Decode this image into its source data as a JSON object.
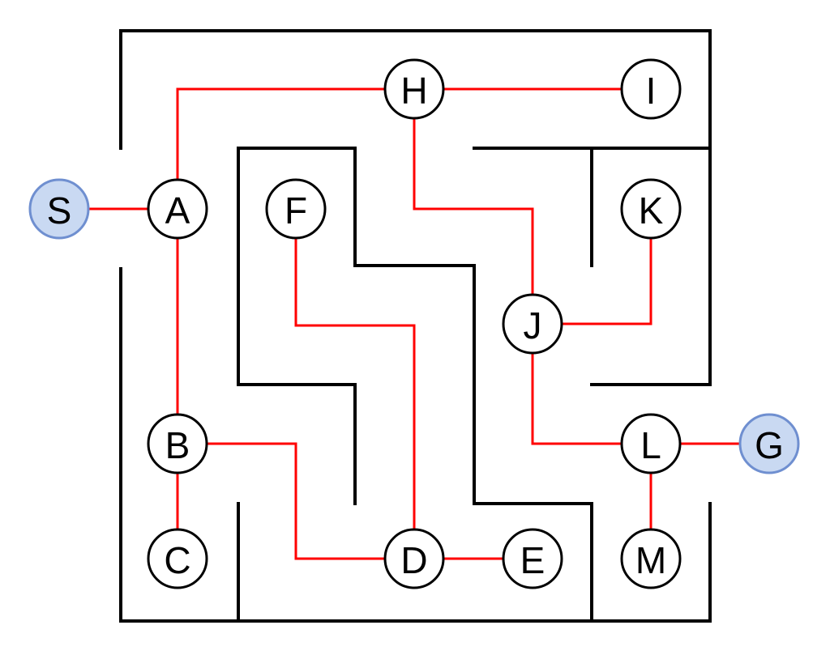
{
  "diagram": {
    "colors": {
      "wall": "#000000",
      "edge": "#ff0000",
      "node_fill": "#ffffff",
      "terminal_fill": "#c9d9f2",
      "terminal_stroke": "#6f8fd0"
    },
    "nodes": [
      {
        "id": "S",
        "label": "S",
        "terminal": true
      },
      {
        "id": "A",
        "label": "A"
      },
      {
        "id": "B",
        "label": "B"
      },
      {
        "id": "C",
        "label": "C"
      },
      {
        "id": "D",
        "label": "D"
      },
      {
        "id": "E",
        "label": "E"
      },
      {
        "id": "F",
        "label": "F"
      },
      {
        "id": "H",
        "label": "H"
      },
      {
        "id": "I",
        "label": "I"
      },
      {
        "id": "J",
        "label": "J"
      },
      {
        "id": "K",
        "label": "K"
      },
      {
        "id": "L",
        "label": "L"
      },
      {
        "id": "M",
        "label": "M"
      },
      {
        "id": "G",
        "label": "G",
        "terminal": true
      }
    ],
    "edges": [
      [
        "S",
        "A"
      ],
      [
        "A",
        "H"
      ],
      [
        "H",
        "I"
      ],
      [
        "A",
        "B"
      ],
      [
        "B",
        "C"
      ],
      [
        "B",
        "D"
      ],
      [
        "F",
        "D"
      ],
      [
        "D",
        "E"
      ],
      [
        "H",
        "J"
      ],
      [
        "J",
        "K"
      ],
      [
        "J",
        "L"
      ],
      [
        "L",
        "M"
      ],
      [
        "L",
        "G"
      ]
    ]
  }
}
